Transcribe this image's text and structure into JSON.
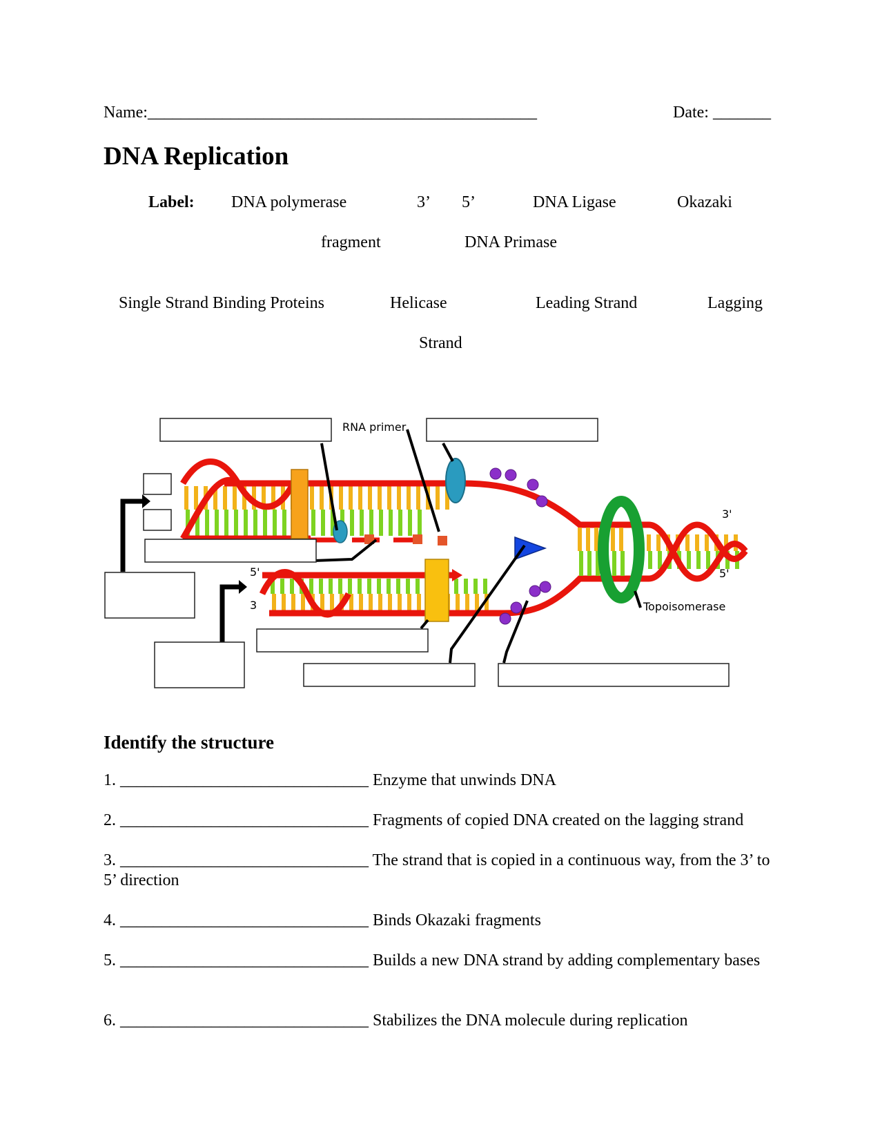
{
  "header": {
    "name_label": "Name:",
    "name_blank": "_______________________________________________",
    "date_label": "Date:",
    "date_blank": "_______"
  },
  "title": "DNA Replication",
  "label_bank": {
    "heading": "Label:",
    "items": [
      "DNA polymerase",
      "3’",
      "5’",
      "DNA Ligase",
      "Okazaki",
      "fragment",
      "DNA Primase",
      "Single Strand Binding Proteins",
      "Helicase",
      "Leading Strand",
      "Lagging",
      "Strand"
    ]
  },
  "diagram": {
    "rna_primer_label": "RNA primer",
    "topoisomerase_label": "Topoisomerase",
    "end_labels": [
      "3'",
      "5'",
      "5'",
      "3"
    ],
    "colors": {
      "backbone": "#e8150c",
      "base_yellow": "#f2b21a",
      "base_green": "#7ed321",
      "polymerase": "#f7a21b",
      "helicase": "#2a9bbf",
      "ssb": "#8b2fc9",
      "primase": "#1446e0",
      "topoisomerase": "#18a032"
    }
  },
  "section_heading": "Identify the structure",
  "questions": [
    {
      "num": "1.",
      "blank": "______________________________",
      "desc": "Enzyme that unwinds DNA"
    },
    {
      "num": "2.",
      "blank": "______________________________",
      "desc": "Fragments of copied DNA created on the lagging strand"
    },
    {
      "num": "3.",
      "blank": "______________________________",
      "desc": "The strand that is copied in a continuous way, from the 3’ to 5’ direction"
    },
    {
      "num": "4.",
      "blank": "______________________________",
      "desc": "Binds Okazaki fragments"
    },
    {
      "num": "5.",
      "blank": "______________________________",
      "desc": "Builds a new DNA strand by adding complementary bases"
    },
    {
      "num": "6.",
      "blank": "______________________________",
      "desc": "Stabilizes the DNA molecule during replication"
    }
  ]
}
